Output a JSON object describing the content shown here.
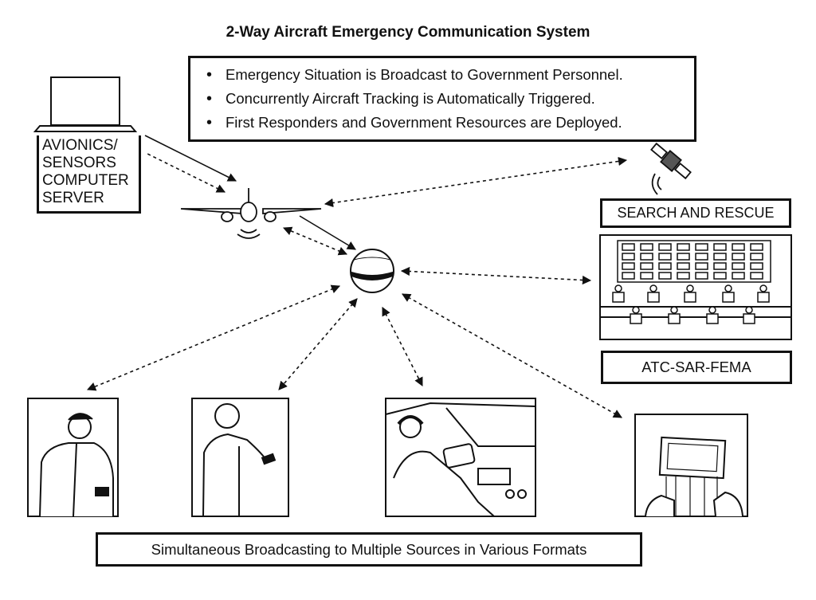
{
  "title": "2-Way Aircraft Emergency Communication System",
  "bullets": [
    "Emergency Situation is Broadcast to Government Personnel.",
    "Concurrently Aircraft Tracking is Automatically Triggered.",
    "First Responders and Government Resources are Deployed."
  ],
  "avionics_lines": [
    "AVIONICS/",
    "SENSORS",
    "COMPUTER",
    "SERVER"
  ],
  "search_and_rescue_label": "SEARCH AND RESCUE",
  "atc_label": "ATC-SAR-FEMA",
  "bottom_label": "Simultaneous Broadcasting to Multiple Sources in Various Formats",
  "icons": [
    "laptop-icon",
    "airplane-icon",
    "satellite-icon",
    "hub-globe-icon",
    "control-room-icon",
    "businessman-phone-icon",
    "man-phone-icon",
    "pilot-cockpit-icon",
    "tablet-hands-icon"
  ]
}
